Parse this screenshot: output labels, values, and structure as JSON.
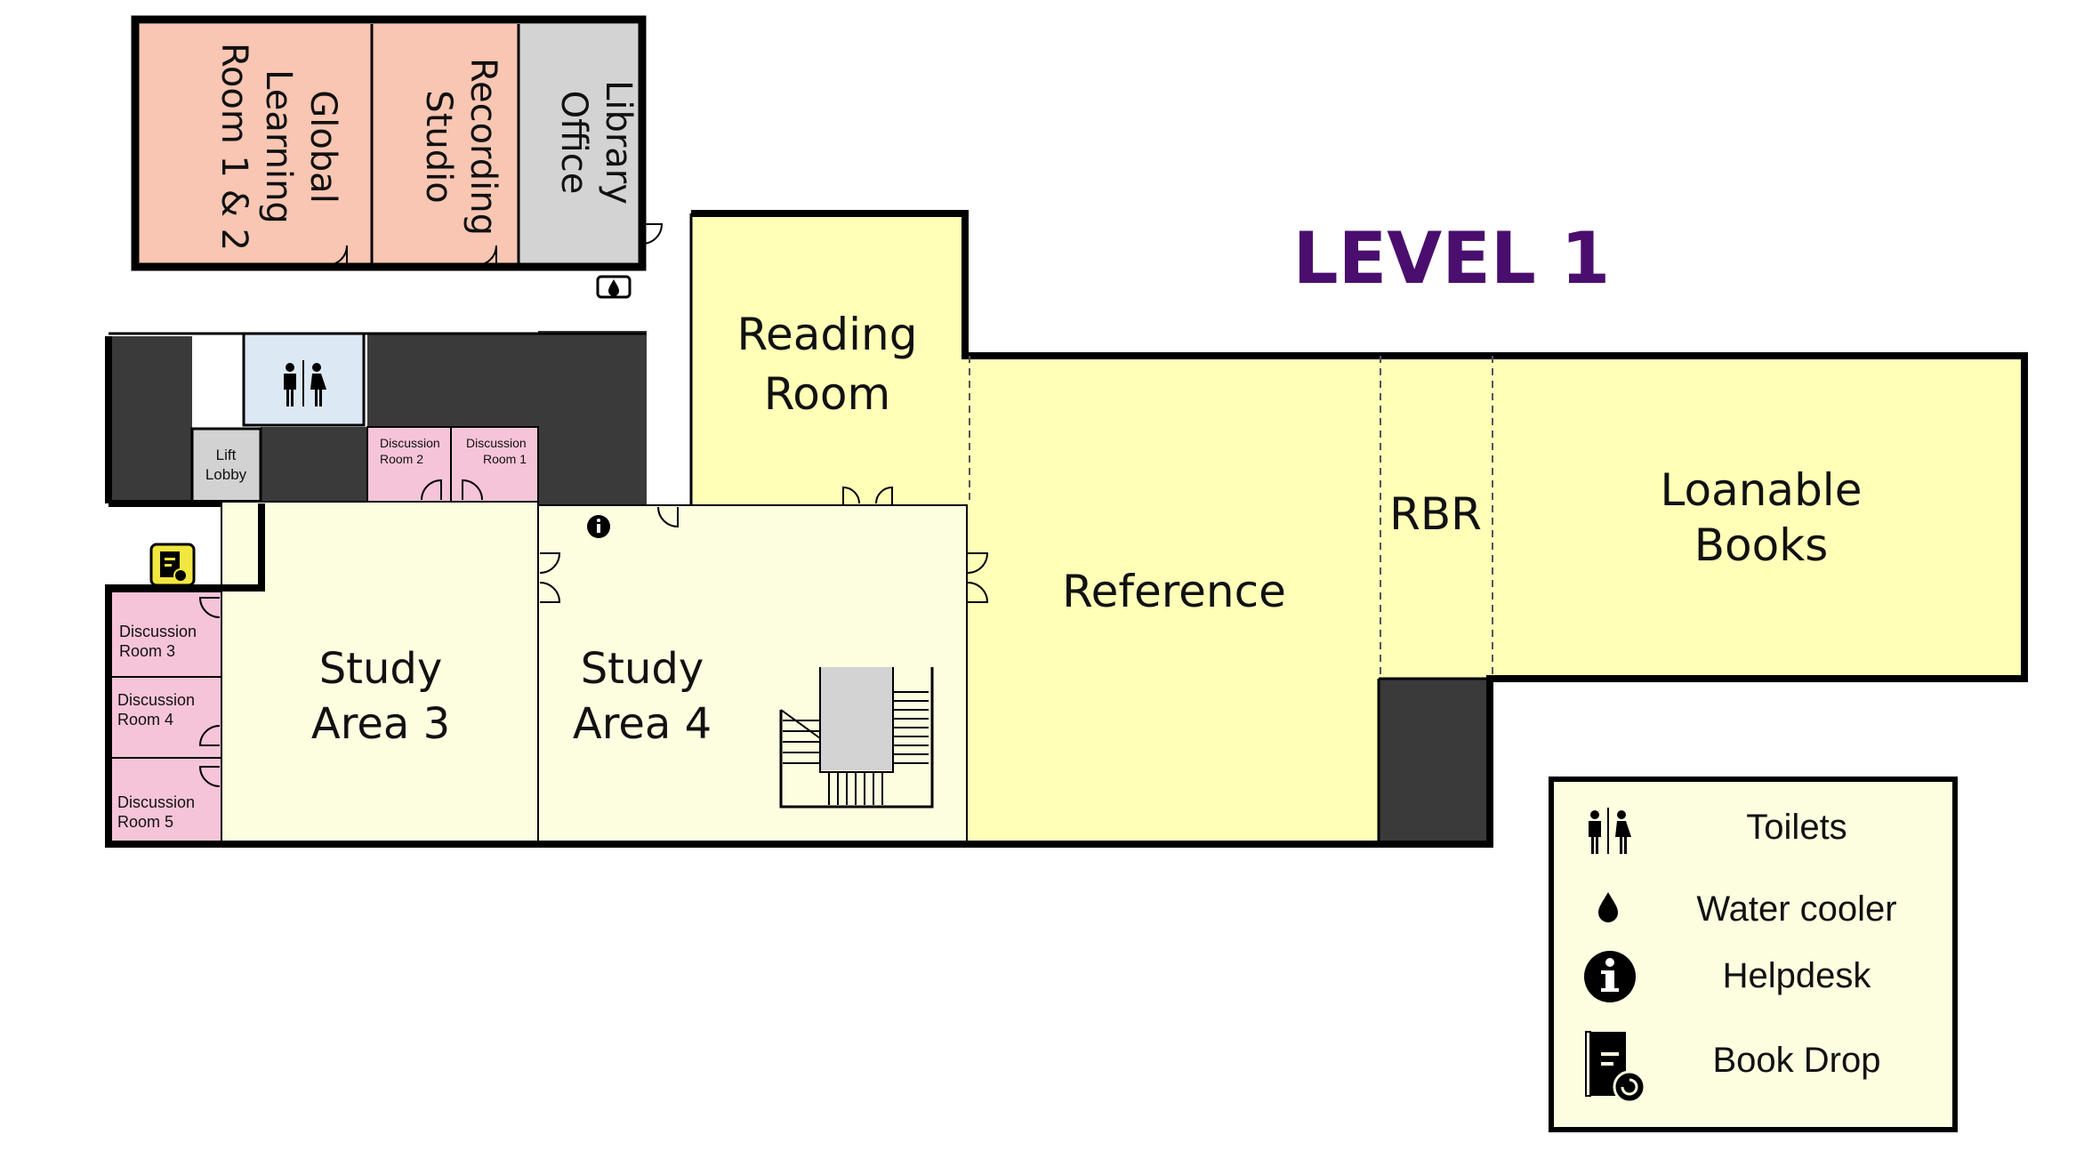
{
  "title": "LEVEL 1",
  "colors": {
    "title": "#4a0e6e",
    "wall": "#000000",
    "service": "#3a3a3a",
    "peach": "#f8c6b2",
    "gray_room": "#d3d3d3",
    "yellow": "#ffffb8",
    "study": "#fdfde0",
    "discussion": "#f6c4d8",
    "toilet": "#dce8f4",
    "lift": "#d2d2d2",
    "book_drop": "#f2e640"
  },
  "rooms": {
    "global_learning": [
      "Global",
      "Learning",
      "Room 1 & 2"
    ],
    "recording_studio": [
      "Recording",
      "Studio"
    ],
    "library_office": [
      "Library",
      "Office"
    ],
    "reading_room": [
      "Reading",
      "Room"
    ],
    "reference": "Reference",
    "rbr": "RBR",
    "loanable_books": [
      "Loanable",
      "Books"
    ],
    "study_area_3": [
      "Study",
      "Area 3"
    ],
    "study_area_4": [
      "Study",
      "Area 4"
    ],
    "lift_lobby": [
      "Lift",
      "Lobby"
    ],
    "discussion_room_1": [
      "Discussion",
      "Room 1"
    ],
    "discussion_room_2": [
      "Discussion",
      "Room 2"
    ],
    "discussion_room_3": [
      "Discussion",
      "Room 3"
    ],
    "discussion_room_4": [
      "Discussion",
      "Room 4"
    ],
    "discussion_room_5": [
      "Discussion",
      "Room 5"
    ]
  },
  "icons": {
    "toilets": "toilets-icon",
    "water_cooler": "water-drop-icon",
    "helpdesk": "info-icon",
    "book_drop": "book-drop-icon",
    "stairs": "staircase-icon"
  },
  "legend": [
    {
      "icon": "toilets-icon",
      "label": "Toilets"
    },
    {
      "icon": "water-drop-icon",
      "label": "Water cooler"
    },
    {
      "icon": "info-icon",
      "label": "Helpdesk"
    },
    {
      "icon": "book-drop-icon",
      "label": "Book Drop"
    }
  ]
}
